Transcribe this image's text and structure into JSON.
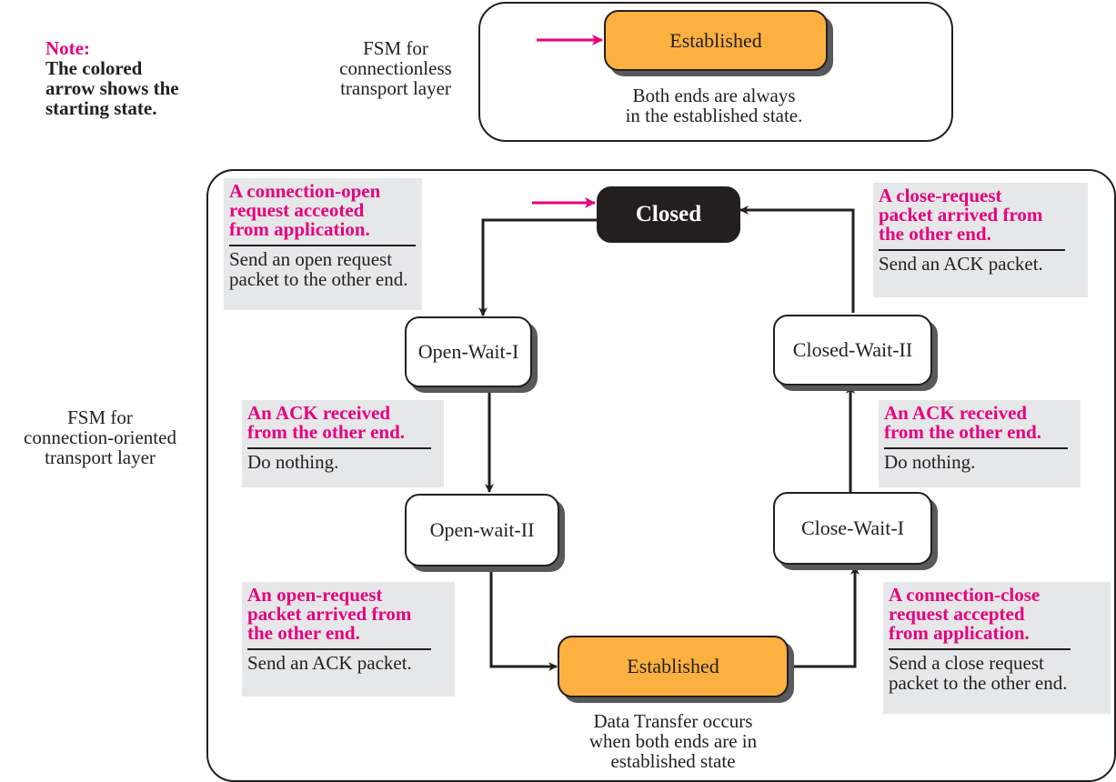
{
  "note": {
    "title": "Note:",
    "lines": [
      "The colored",
      "arrow shows the",
      "starting state."
    ]
  },
  "connectionless": {
    "label_lines": [
      "FSM for",
      "connectionless",
      "transport layer"
    ],
    "state": "Established",
    "caption_lines": [
      "Both ends are always",
      "in the established state."
    ]
  },
  "connection_oriented": {
    "label_lines": [
      "FSM for",
      "connection-oriented",
      "transport layer"
    ],
    "states": {
      "closed": "Closed",
      "open_wait_1": "Open-Wait-I",
      "open_wait_2": "Open-wait-II",
      "established": "Established",
      "close_wait_1": "Close-Wait-I",
      "closed_wait_2": "Closed-Wait-II"
    },
    "established_caption_lines": [
      "Data Transfer occurs",
      "when both ends are in",
      "established state"
    ],
    "transitions": [
      {
        "event_lines": [
          "A connection-open",
          "request acceoted",
          "from application."
        ],
        "action_lines": [
          "Send an open request",
          "packet to the other end."
        ]
      },
      {
        "event_lines": [
          "An ACK received",
          "from the other end."
        ],
        "action_lines": [
          "Do nothing."
        ]
      },
      {
        "event_lines": [
          "An open-request",
          "packet arrived from",
          "the other end."
        ],
        "action_lines": [
          "Send an ACK packet."
        ]
      },
      {
        "event_lines": [
          "A close-request",
          "packet arrived from",
          "the other end."
        ],
        "action_lines": [
          "Send an ACK packet."
        ]
      },
      {
        "event_lines": [
          "An ACK received",
          "from the other end."
        ],
        "action_lines": [
          "Do nothing."
        ]
      },
      {
        "event_lines": [
          "A connection-close",
          "request accepted",
          "from application."
        ],
        "action_lines": [
          "Send a close request",
          "packet to the other end."
        ]
      }
    ]
  },
  "colors": {
    "accent_magenta": "#e6007e",
    "established_fill": "#fbb040",
    "closed_fill": "#231f20",
    "condition_bg": "#e6e7e8"
  }
}
